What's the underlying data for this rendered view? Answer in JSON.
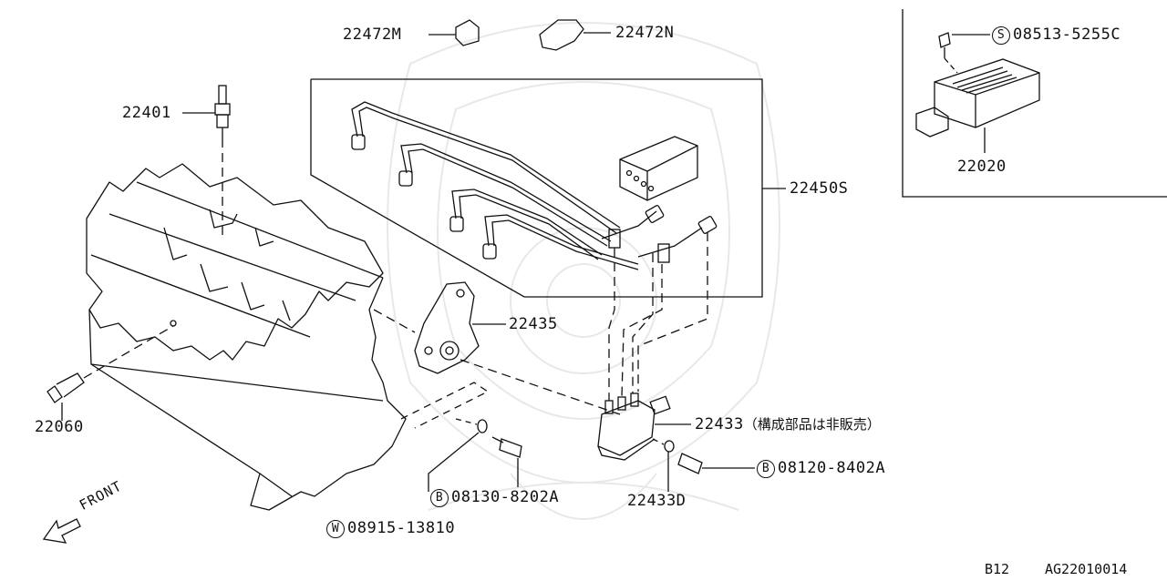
{
  "diagram": {
    "parts": {
      "p22472M": "22472M",
      "p22472N": "22472N",
      "p08513": {
        "prefix": "S",
        "number": "08513-5255C"
      },
      "p22401": "22401",
      "p22450S": "22450S",
      "p22020": "22020",
      "p22435": "22435",
      "p22060": "22060",
      "p22433": {
        "number": "22433",
        "note": "（構成部品は非販売）"
      },
      "p08120": {
        "prefix": "B",
        "number": "08120-8402A"
      },
      "p08130": {
        "prefix": "B",
        "number": "08130-8202A"
      },
      "p22433D": "22433D",
      "p08915": {
        "prefix": "W",
        "number": "08915-13810"
      }
    },
    "front_label": "FRONT",
    "footer": {
      "model": "B12",
      "code": "AG22010014"
    },
    "colors": {
      "line": "#111111",
      "background": "#ffffff",
      "watermark": "#e8e8e8"
    }
  }
}
